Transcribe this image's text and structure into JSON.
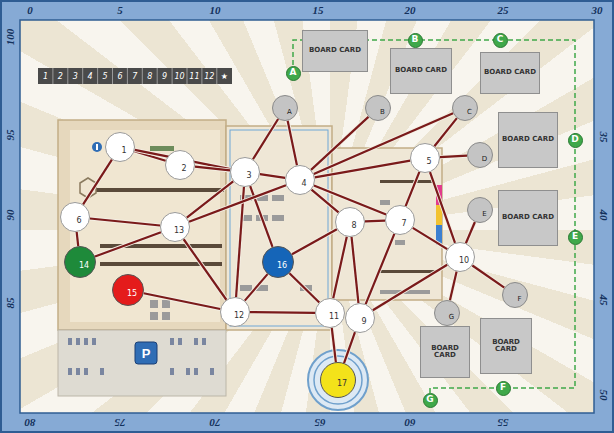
{
  "diagram": {
    "nodes": [
      {
        "text": [
          "1"
        ]
      },
      {
        "text": [
          "2"
        ]
      },
      {
        "text": [
          "3"
        ]
      },
      {
        "text": [
          "4"
        ]
      },
      {
        "text": [
          "5"
        ]
      },
      {
        "text": [
          "6"
        ]
      },
      {
        "text": [
          "7"
        ]
      },
      {
        "text": [
          "8"
        ]
      },
      {
        "text": [
          "9"
        ]
      },
      {
        "text": [
          "10"
        ]
      },
      {
        "text": [
          "11"
        ]
      },
      {
        "text": [
          "12"
        ]
      },
      {
        "text": [
          "13"
        ]
      },
      {
        "text": [
          "14"
        ]
      },
      {
        "text": [
          "15"
        ]
      },
      {
        "text": [
          "16"
        ]
      },
      {
        "text": [
          "17"
        ]
      },
      {
        "text": [
          "A"
        ]
      },
      {
        "text": [
          "B"
        ]
      },
      {
        "text": [
          "C"
        ]
      },
      {
        "text": [
          "D"
        ]
      },
      {
        "text": [
          "E"
        ]
      },
      {
        "text": [
          "F"
        ]
      },
      {
        "text": [
          "G"
        ]
      },
      {
        "text": [
          "A"
        ]
      },
      {
        "text": [
          "B"
        ]
      },
      {
        "text": [
          "C"
        ]
      },
      {
        "text": [
          "D"
        ]
      },
      {
        "text": [
          "E"
        ]
      },
      {
        "text": [
          "F"
        ]
      },
      {
        "text": [
          "G"
        ]
      },
      {
        "text": [
          "BOARD CARD"
        ]
      },
      {
        "text": [
          "BOARD CARD"
        ]
      },
      {
        "text": [
          "BOARD CARD"
        ]
      },
      {
        "text": [
          "BOARD CARD"
        ]
      },
      {
        "text": [
          "BOARD CARD"
        ]
      },
      {
        "text": [
          "BOARD CARD"
        ]
      },
      {
        "text": [
          "BOARD CARD"
        ]
      }
    ],
    "edges": [
      {
        "from": 0,
        "to": 5,
        "arrow": "none"
      },
      {
        "from": 0,
        "to": 1,
        "arrow": "none"
      },
      {
        "from": 0,
        "to": 2,
        "arrow": "none"
      },
      {
        "from": 1,
        "to": 2,
        "arrow": "none"
      },
      {
        "from": 5,
        "to": 12,
        "arrow": "none"
      },
      {
        "from": 5,
        "to": 13,
        "arrow": "none"
      },
      {
        "from": 12,
        "to": 2,
        "arrow": "none"
      },
      {
        "from": 12,
        "to": 11,
        "arrow": "none"
      },
      {
        "from": 13,
        "to": 12,
        "arrow": "none"
      },
      {
        "from": 14,
        "to": 11,
        "arrow": "none"
      },
      {
        "from": 2,
        "to": 3,
        "arrow": "none"
      },
      {
        "from": 2,
        "to": 17,
        "arrow": "none"
      },
      {
        "from": 2,
        "to": 11,
        "arrow": "none"
      },
      {
        "from": 2,
        "to": 15,
        "arrow": "none"
      },
      {
        "from": 3,
        "to": 17,
        "arrow": "none"
      },
      {
        "from": 3,
        "to": 18,
        "arrow": "none"
      },
      {
        "from": 3,
        "to": 19,
        "arrow": "none"
      },
      {
        "from": 3,
        "to": 4,
        "arrow": "none"
      },
      {
        "from": 3,
        "to": 7,
        "arrow": "none"
      },
      {
        "from": 3,
        "to": 6,
        "arrow": "none"
      },
      {
        "from": 3,
        "to": 12,
        "arrow": "none"
      },
      {
        "from": 4,
        "to": 19,
        "arrow": "none"
      },
      {
        "from": 4,
        "to": 20,
        "arrow": "none"
      },
      {
        "from": 4,
        "to": 6,
        "arrow": "none"
      },
      {
        "from": 4,
        "to": 9,
        "arrow": "none"
      },
      {
        "from": 6,
        "to": 7,
        "arrow": "none"
      },
      {
        "from": 6,
        "to": 9,
        "arrow": "none"
      },
      {
        "from": 6,
        "to": 8,
        "arrow": "none"
      },
      {
        "from": 7,
        "to": 10,
        "arrow": "none"
      },
      {
        "from": 7,
        "to": 8,
        "arrow": "none"
      },
      {
        "from": 7,
        "to": 15,
        "arrow": "none"
      },
      {
        "from": 9,
        "to": 21,
        "arrow": "none"
      },
      {
        "from": 9,
        "to": 22,
        "arrow": "none"
      },
      {
        "from": 9,
        "to": 23,
        "arrow": "none"
      },
      {
        "from": 9,
        "to": 8,
        "arrow": "none"
      },
      {
        "from": 10,
        "to": 16,
        "arrow": "none"
      },
      {
        "from": 8,
        "to": 16,
        "arrow": "none"
      },
      {
        "from": 11,
        "to": 15,
        "arrow": "none"
      },
      {
        "from": 11,
        "to": 10,
        "arrow": "none"
      },
      {
        "from": 15,
        "to": 10,
        "arrow": "none"
      }
    ],
    "labels": [
      "0",
      "5",
      "10",
      "15",
      "20",
      "25",
      "30",
      "100",
      "95",
      "90",
      "85",
      "35",
      "40",
      "45",
      "50",
      "80",
      "75",
      "70",
      "65",
      "60",
      "55",
      "1",
      "2",
      "3",
      "4",
      "5",
      "6",
      "7",
      "8",
      "9",
      "10",
      "11",
      "12",
      "★",
      "P"
    ]
  }
}
